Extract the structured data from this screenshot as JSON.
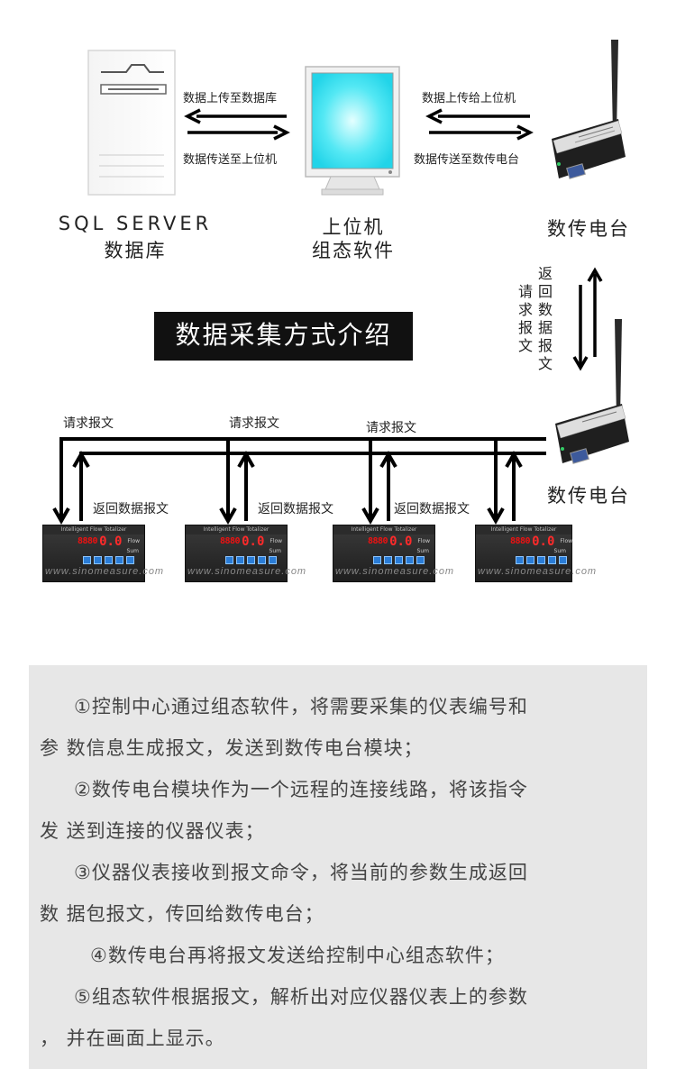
{
  "diagram": {
    "server": {
      "caption_line1": "SQL SERVER",
      "caption_line2": "数据库"
    },
    "pc": {
      "caption_line1": "上位机",
      "caption_line2": "组态软件"
    },
    "modem_top": {
      "caption": "数传电台"
    },
    "modem_bottom": {
      "caption": "数传电台"
    },
    "arrows": {
      "upload_to_db": "数据上传至数据库",
      "send_to_pc": "数据传送至上位机",
      "upload_to_pc": "数据上传给上位机",
      "send_to_modem": "数据传送至数传电台"
    },
    "vertical": {
      "request": [
        "请",
        "求",
        "报",
        "文"
      ],
      "return": [
        "返",
        "回",
        "数",
        "据",
        "报",
        "文"
      ]
    },
    "title": "数据采集方式介绍",
    "bus": {
      "request_labels": [
        "请求报文",
        "请求报文",
        "请求报文"
      ],
      "return_labels": [
        "返回数据报文",
        "返回数据报文",
        "返回数据报文"
      ]
    },
    "meter": {
      "brand": "Intelligent Flow Totalizer",
      "led_small": "8880",
      "led_big": "0.0",
      "unit_flow": "Flow",
      "unit_sum": "Sum",
      "watermark": "www.sinomeasure.com"
    }
  },
  "description": {
    "lines": [
      "①控制中心通过组态软件，将需要采集的仪表编号和",
      "参  数信息生成报文，发送到数传电台模块；",
      "②数传电台模块作为一个远程的连接线路，将该指令",
      "发  送到连接的仪器仪表；",
      "③仪器仪表接收到报文命令，将当前的参数生成返回",
      "数  据包报文，传回给数传电台；",
      "④数传电台再将报文发送给控制中心组态软件；",
      "⑤组态软件根据报文，解析出对应仪器仪表上的参数",
      "，  并在画面上显示。"
    ]
  },
  "colors": {
    "screen": "#2fe0f0",
    "panel": "#e7e7e7",
    "title_bg": "#111111",
    "led": "#ff2a2a",
    "button": "#2a7cd6"
  }
}
